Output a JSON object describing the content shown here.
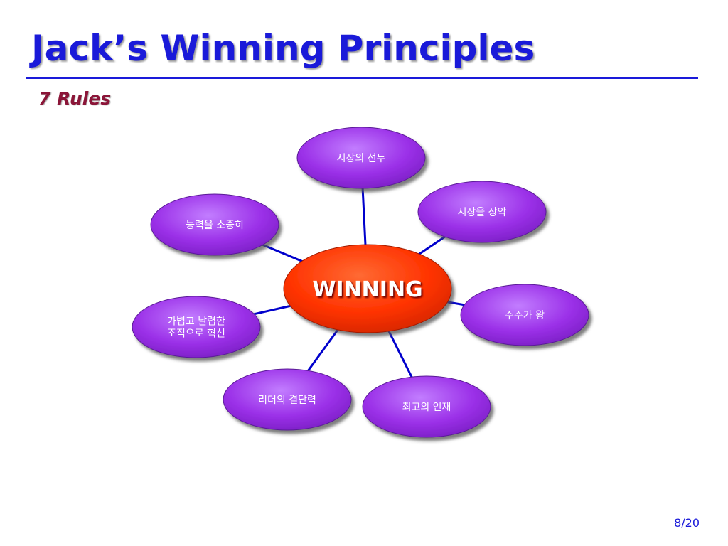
{
  "slide": {
    "title": "Jack’s Winning Principles",
    "subtitle": "7 Rules",
    "page": "8/20"
  },
  "diagram": {
    "center": {
      "label": "WINNING",
      "fill": "#ff3300"
    },
    "nodes": [
      {
        "id": "market-leader",
        "lines": [
          "시장의 선두"
        ]
      },
      {
        "id": "dominate-market",
        "lines": [
          "시장을 장악"
        ]
      },
      {
        "id": "shareholder-king",
        "lines": [
          "주주가 왕"
        ]
      },
      {
        "id": "best-talent",
        "lines": [
          "최고의 인재"
        ]
      },
      {
        "id": "leader-decisiveness",
        "lines": [
          "리더의 결단력"
        ]
      },
      {
        "id": "lean-agile-innovation",
        "lines": [
          "가볍고 날렵한",
          "조직으로 혁신"
        ]
      },
      {
        "id": "value-ability",
        "lines": [
          "능력을 소중히"
        ]
      }
    ],
    "node_fill": "#9b30e8",
    "connector_color": "#0000cc"
  }
}
